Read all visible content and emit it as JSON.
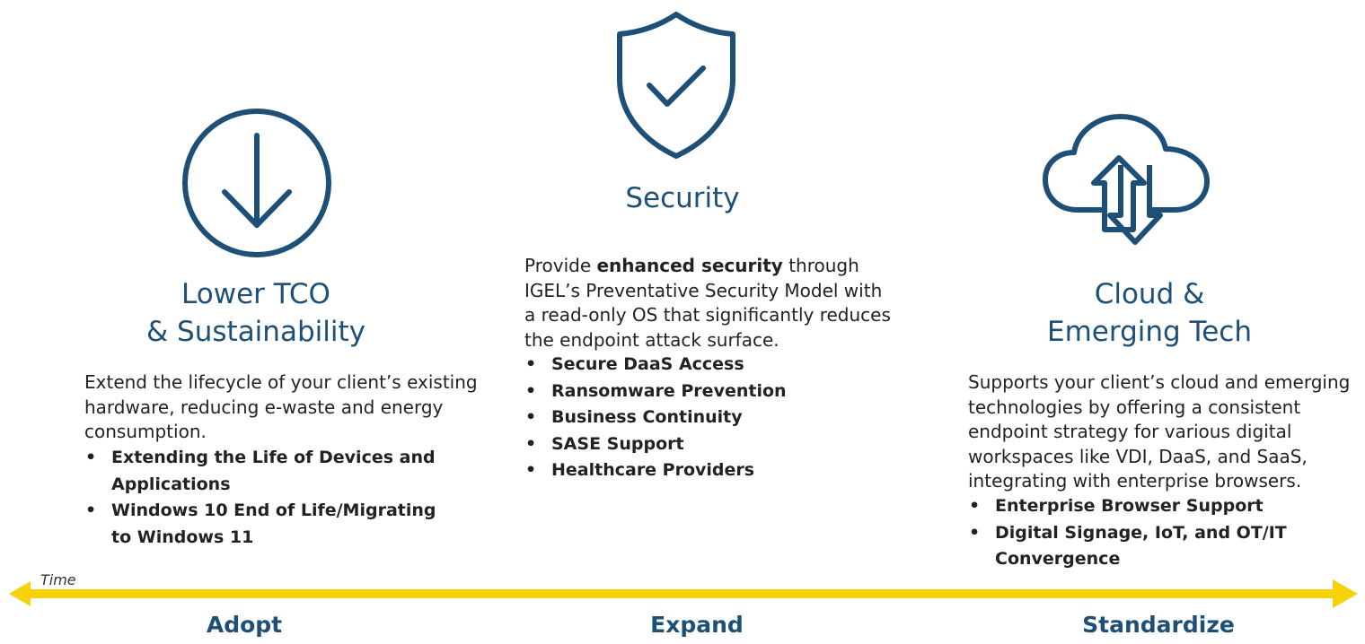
{
  "columns": [
    {
      "icon": "arrow-down-circle-icon",
      "title_line1": "Lower TCO",
      "title_line2": "& Sustainability",
      "description": "Extend the lifecycle of your client’s existing hardware, reducing e-waste and energy consumption.",
      "bullets": [
        "Extending the Life of Devices and Applications",
        "Windows 10 End of Life/Migrating to Windows 11"
      ]
    },
    {
      "icon": "shield-check-icon",
      "title_line1": "Security",
      "description_pre": "Provide ",
      "description_bold": "enhanced security",
      "description_post": " through IGEL’s Preventative Security Model with a read-only OS that significantly reduces the endpoint attack surface.",
      "bullets": [
        "Secure DaaS Access",
        "Ransomware Prevention",
        "Business Continuity",
        "SASE Support",
        "Healthcare Providers"
      ]
    },
    {
      "icon": "cloud-sync-icon",
      "title_line1": "Cloud &",
      "title_line2": "Emerging Tech",
      "description": "Supports your client’s cloud and emerging technologies by offering a consistent endpoint strategy for various digital workspaces like VDI, DaaS, and SaaS, integrating with enterprise browsers.",
      "bullets": [
        "Enterprise Browser Support",
        "Digital Signage, IoT, and OT/IT Convergence"
      ]
    }
  ],
  "timeline": {
    "label": "Time",
    "stages": [
      "Adopt",
      "Expand",
      "Standardize"
    ],
    "color": "#f7d20a"
  },
  "colors": {
    "primary": "#1e5077",
    "text": "#222222"
  }
}
